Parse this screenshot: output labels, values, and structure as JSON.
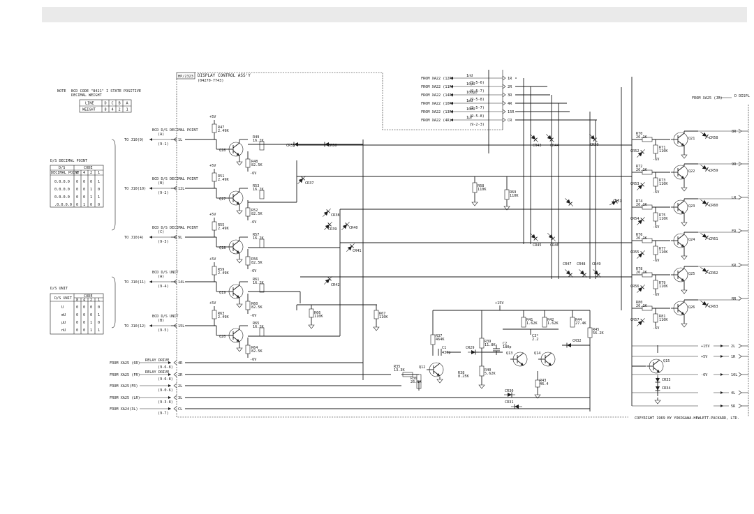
{
  "header": {
    "assy_ref": "HP/2323",
    "title": "DISPLAY CONTROL ASS'Y",
    "part_no": "(04270-7743)"
  },
  "note": {
    "label": "NOTE",
    "line1": "BCD CODE \"8421\" I STATE POSITIVE",
    "line2": "DECIMAL WEIGHT",
    "table": {
      "headers": [
        "LINE",
        "D",
        "C",
        "B",
        "A"
      ],
      "row": [
        "WEIGHT",
        "8",
        "4",
        "2",
        "1"
      ]
    }
  },
  "dp_table": {
    "title": "D/S DECIMAL POINT",
    "head1": [
      "D/S",
      "CODE"
    ],
    "head2": [
      "DECIMAL POINT",
      "8",
      "4",
      "2",
      "1"
    ],
    "rows": [
      [
        "0.0.0.0",
        "0",
        "0",
        "0",
        "1"
      ],
      [
        "0.0.0.0",
        "0",
        "0",
        "1",
        "0"
      ],
      [
        "0.0.0.0",
        "0",
        "0",
        "1",
        "1"
      ],
      [
        ".0.0.0.0",
        "0",
        "1",
        "0",
        "0"
      ]
    ]
  },
  "unit_table": {
    "title": "D/S UNIT",
    "head1": [
      "D/S UNIT",
      "CODE"
    ],
    "head2": [
      "",
      "8",
      "4",
      "2",
      "1"
    ],
    "rows": [
      [
        "U",
        "0",
        "0",
        "0",
        "0"
      ],
      [
        "mU",
        "0",
        "0",
        "0",
        "1"
      ],
      [
        "μU",
        "0",
        "0",
        "1",
        "0"
      ],
      [
        "nU",
        "0",
        "0",
        "1",
        "1"
      ]
    ]
  },
  "inputs_left": [
    {
      "from": "TO J10(9)",
      "desc": "BCD D/S DECIMAL POINT",
      "sub": "(A)",
      "pin": "(9-1)",
      "term": "1L"
    },
    {
      "from": "TO J10(10)",
      "desc": "BCD D/S DECIMAL POINT",
      "sub": "(B)",
      "pin": "(9-2)",
      "term": "12L"
    },
    {
      "from": "TO J10(4)",
      "desc": "BCD D/S DECIMAL POINT",
      "sub": "(C)",
      "pin": "(9-3)",
      "term": "9L"
    },
    {
      "from": "TO J10(11)",
      "desc": "BCD D/S UNIT",
      "sub": "(A)",
      "pin": "(9-4)",
      "term": "14L"
    },
    {
      "from": "TO J10(12)",
      "desc": "BCD D/S UNIT",
      "sub": "(B)",
      "pin": "(9-5)",
      "term": "15L"
    }
  ],
  "inputs_bottom": [
    {
      "from": "FROM XA25 (6R)",
      "desc": "RELAY DRIVE",
      "pin": "(9-6-8)",
      "term": "4R"
    },
    {
      "from": "FROM XA25 (FR)",
      "desc": "RELAY DRIVE",
      "pin": "(9-6-8)",
      "term": "2R"
    },
    {
      "from": "FROM XA25(FR)",
      "desc": "",
      "pin": "(9-0-6)",
      "term": "2L"
    },
    {
      "from": "FROM XA25 (LR)",
      "desc": "",
      "pin": "(9-3-8)",
      "term": "3L"
    },
    {
      "from": "FROM XA24(3L)",
      "desc": "",
      "pin": "(9-7)",
      "term": "CL"
    }
  ],
  "inputs_top": [
    {
      "from": "FROM XA22 (12R)",
      "val": "1nU",
      "pin": "(9-5-6)",
      "term": "1R"
    },
    {
      "from": "FROM XA22 (11R)",
      "val": "10μU",
      "pin": "(9-5-7)",
      "term": "2R"
    },
    {
      "from": "FROM XA22 (14R)",
      "val": "100μU",
      "pin": "(9-5-8)",
      "term": "3R"
    },
    {
      "from": "FROM XA22 (10R)",
      "val": "1mU",
      "pin": "(9-5-7)",
      "term": "4R"
    },
    {
      "from": "FROM XA22 (13R)",
      "val": "10mU",
      "pin": "(9-5-8)",
      "term": "15R"
    },
    {
      "from": "FROM XA22 (4R)",
      "val": "1μF",
      "pin": "(9-2-3)",
      "term": "CR"
    }
  ],
  "right_outputs": [
    "8R",
    "9R",
    "LR",
    "FR",
    "KR",
    "RR"
  ],
  "power_outputs": [
    {
      "label": "+15V",
      "term": "2L"
    },
    {
      "label": "+5V",
      "term": "1R"
    },
    {
      "label": "-6V",
      "term": "10L"
    },
    {
      "label": "",
      "term": "4L"
    },
    {
      "label": "",
      "term": "5R"
    }
  ],
  "top_right": {
    "from": "FROM XA25 (JR)",
    "label": "D DISPL"
  },
  "transistors_left": [
    {
      "ref": "Q16",
      "r1": "R47",
      "r1v": "2.49K",
      "r2": "R49",
      "r2v": "16.2K",
      "r3": "R48",
      "r3v": "82.5K"
    },
    {
      "ref": "Q17",
      "r1": "R51",
      "r1v": "2.49K",
      "r2": "R53",
      "r2v": "16.2K",
      "r3": "R52",
      "r3v": "82.5K"
    },
    {
      "ref": "Q18",
      "r1": "R55",
      "r1v": "2.49K",
      "r2": "R57",
      "r2v": "16.2K",
      "r3": "R56",
      "r3v": "82.5K"
    },
    {
      "ref": "Q19",
      "r1": "R59",
      "r1v": "2.49K",
      "r2": "R61",
      "r2v": "16.2K",
      "r3": "R60",
      "r3v": "82.5K"
    },
    {
      "ref": "Q20",
      "r1": "R63",
      "r1v": "2.49K",
      "r2": "R65",
      "r2v": "16.2K",
      "r3": "R64",
      "r3v": "82.5K"
    }
  ],
  "transistors_right": [
    {
      "ref": "Q21",
      "r1": "R70",
      "r1v": "26.1K",
      "r2": "R71",
      "r2v": "110K",
      "cr": "CR52",
      "led": "CR58"
    },
    {
      "ref": "Q22",
      "r1": "R72",
      "r1v": "26.1K",
      "r2": "R73",
      "r2v": "110K",
      "cr": "CR53",
      "led": "CR59"
    },
    {
      "ref": "Q23",
      "r1": "R74",
      "r1v": "26.1K",
      "r2": "R75",
      "r2v": "110K",
      "cr": "CR54",
      "led": "CR60"
    },
    {
      "ref": "Q24",
      "r1": "R76",
      "r1v": "26.1K",
      "r2": "R77",
      "r2v": "110K",
      "cr": "CR55",
      "led": "CR61"
    },
    {
      "ref": "Q25",
      "r1": "R78",
      "r1v": "26.1K",
      "r2": "R79",
      "r2v": "110K",
      "cr": "CR56",
      "led": "CR62"
    },
    {
      "ref": "Q26",
      "r1": "R80",
      "r1v": "26.1K",
      "r2": "R81",
      "r2v": "110K",
      "cr": "CR57",
      "led": "CR63"
    }
  ],
  "mid_parts": {
    "cr35": "CR35",
    "cr36": "CR36",
    "cr37": "CR37",
    "cr38": "CR38",
    "cr39": "CR39",
    "cr40": "CR40",
    "cr41": "CR41",
    "cr42": "CR42",
    "r66": "R66",
    "r66v": "110K",
    "r67": "R67",
    "r67v": "110K",
    "r68": "R68",
    "r68v": "110K",
    "r69": "R69",
    "r69v": "110K",
    "cr43": "CR43",
    "cr44": "CR44",
    "cr45": "CR45",
    "cr46": "CR46",
    "cr47": "CR47",
    "cr48": "CR48",
    "cr49": "CR49",
    "cr50": "CR50",
    "cr51": "CR51",
    "v5": "+5V",
    "vm6": "-6V",
    "v15": "+15V"
  },
  "osc": {
    "q12": "Q12",
    "q13": "Q13",
    "q14": "Q14",
    "q15": "Q15",
    "r35": "R35",
    "r35v": "13.3K",
    "r36": "R36",
    "r36v": "26.1K",
    "r37": "R37",
    "r37v": "464K",
    "r38": "R38",
    "r38v": "8.25K",
    "r39": "R39",
    "r39v": "11.8K",
    "r40": "R40",
    "r40v": "5.62K",
    "r41": "R41",
    "r41v": "1.62K",
    "r42": "R42",
    "r42v": "1.62K",
    "r43": "R43",
    "r43v": "46.4",
    "r44": "R44",
    "r44v": "27.4K",
    "r45": "R45",
    "r45v": "56.2K",
    "c1": "C1",
    "c1v": "430p",
    "c2": "C2",
    "c2v": "180p",
    "c3": "C3*",
    "c3v": "2.2",
    "cr29": "CR29",
    "cr30": "CR30",
    "cr31": "CR31",
    "cr32": "CR32",
    "cr33": "CR33",
    "cr34": "CR34"
  },
  "copyright": "COPYRIGHT 1969 BY YOKOGAWA-HEWLETT-PACKARD, LTD."
}
